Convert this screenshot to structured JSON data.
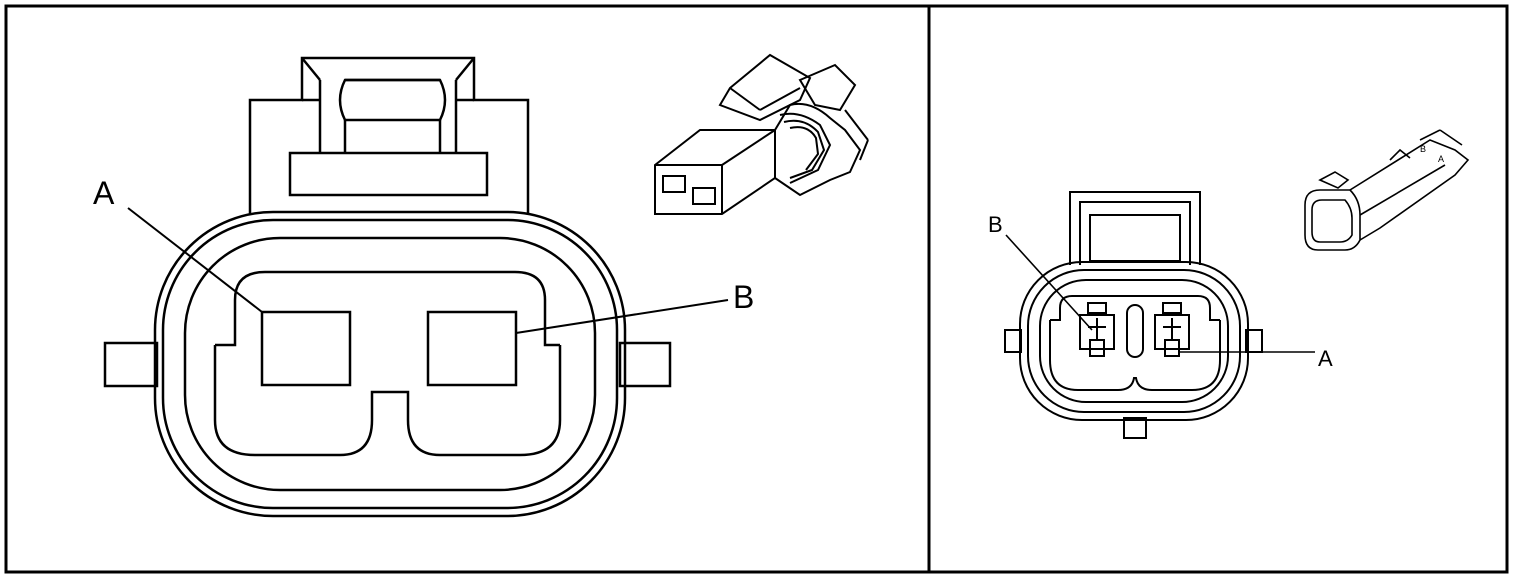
{
  "left_panel": {
    "connector_face": {
      "pin_labels": {
        "a": "A",
        "b": "B"
      }
    },
    "connector_3d_icon": "two-way-connector-isometric"
  },
  "right_panel": {
    "connector_face": {
      "pin_labels": {
        "b": "B",
        "a": "A"
      }
    },
    "connector_3d_icon": "two-way-connector-isometric-small"
  },
  "colors": {
    "stroke": "#000000",
    "background": "#ffffff"
  }
}
